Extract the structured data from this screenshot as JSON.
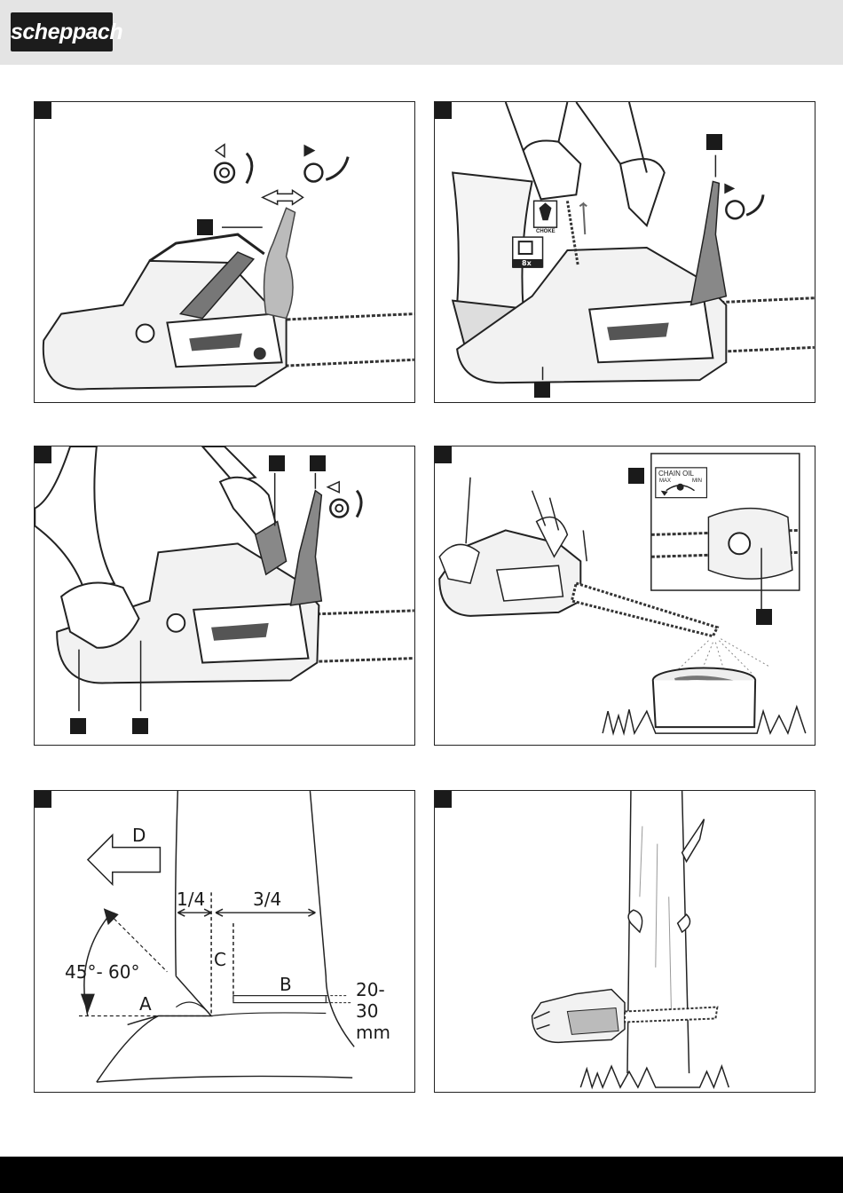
{
  "header": {
    "logo_text": "scheppach"
  },
  "panels": {
    "p3": {
      "choke_label": "CHOKE",
      "pump_count": "8x"
    },
    "p4": {
      "oil_label": "CHAIN OIL",
      "max_label": "MAX",
      "min_label": "MIN"
    },
    "p5": {
      "direction_label": "D",
      "quarter_label": "1/4",
      "three_quarter_label": "3/4",
      "angle_label": "45°- 60°",
      "cut_a_label": "A",
      "cut_b_label": "B",
      "cut_c_label": "C",
      "depth_line1": "20-",
      "depth_line2": "30",
      "depth_unit": "mm"
    }
  }
}
